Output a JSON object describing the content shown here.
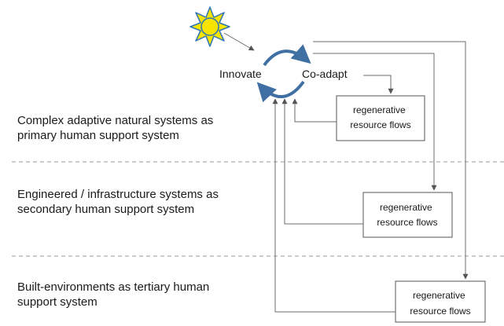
{
  "cycle": {
    "innovate": "Innovate",
    "coadapt": "Co-adapt"
  },
  "tiers": [
    {
      "line1": "Complex adaptive natural systems as",
      "line2": "primary human support system"
    },
    {
      "line1": "Engineered / infrastructure systems as",
      "line2": "secondary human support system"
    },
    {
      "line1": "Built-environments as tertiary human",
      "line2": "support system"
    }
  ],
  "flows": [
    {
      "line1": "regenerative",
      "line2": "resource flows"
    },
    {
      "line1": "regenerative",
      "line2": "resource flows"
    },
    {
      "line1": "regenerative",
      "line2": "resource flows"
    }
  ],
  "colors": {
    "sun_fill": "#f7e400",
    "sun_stroke": "#2e75b6",
    "cycle_arrow": "#3f6fa3",
    "flow_line": "#6b6b6b",
    "divider": "#9a9a9a"
  }
}
